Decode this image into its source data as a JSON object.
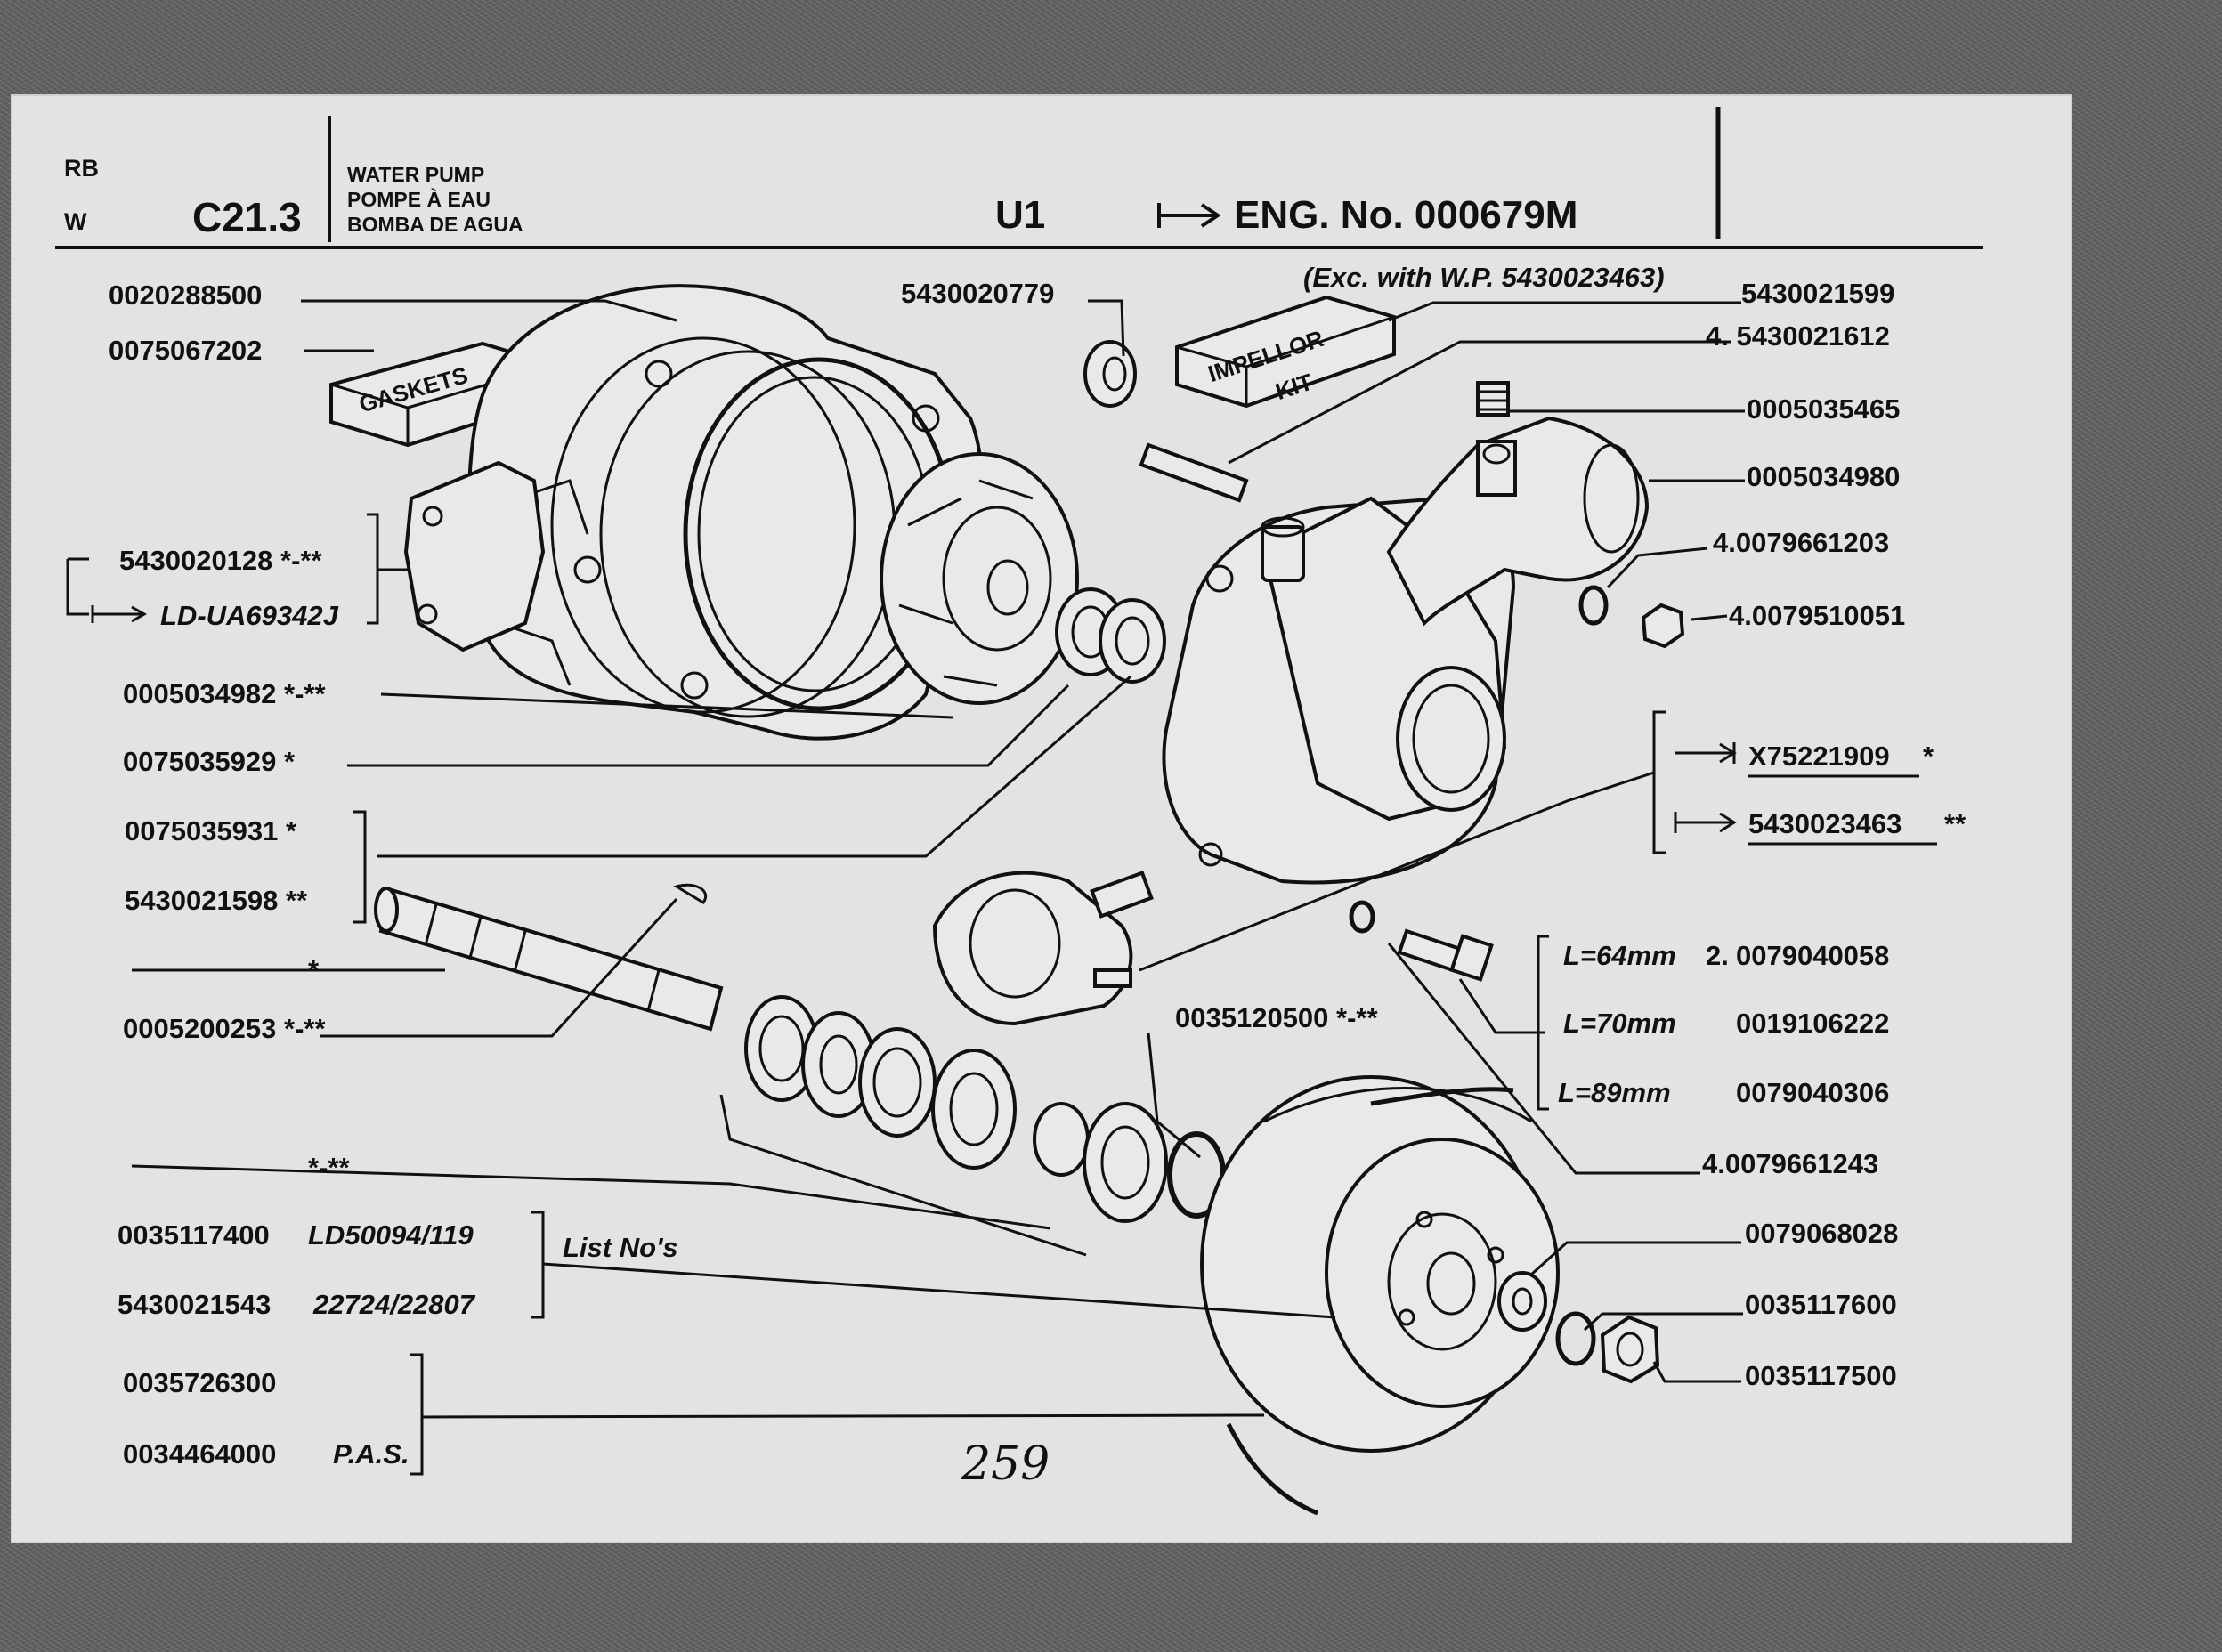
{
  "header": {
    "rb": "RB",
    "w": "W",
    "code": "C21.3",
    "title_en": "WATER PUMP",
    "title_fr": "POMPE À EAU",
    "title_es": "BOMBA DE AGUA",
    "model": "U1",
    "eng_no": "ENG. No. 000679M"
  },
  "notes": {
    "exception": "(Exc. with W.P. 5430023463)",
    "list_nos": "List No's",
    "handwritten_page": "259"
  },
  "boxes": {
    "gaskets": "GASKETS",
    "impeller_kit_top": "IMPELLOR",
    "impeller_kit_bottom": "KIT"
  },
  "left_labels": {
    "p1": "0020288500",
    "p2": "0075067202",
    "p3": "5430020128 *-**",
    "p3b": "LD-UA69342J",
    "p4": "0005034982 *-**",
    "p5": "0075035929 *",
    "p6": "0075035931 *",
    "p7": "5430021598 **",
    "p8": "*",
    "p9": "0005200253 *-**",
    "p10": "*-**",
    "p11": "0035117400",
    "p11b": "LD50094/119",
    "p12": "5430021543",
    "p12b": "22724/22807",
    "p13": "0035726300",
    "p14": "0034464000",
    "p14b": "P.A.S."
  },
  "center_labels": {
    "c1": "5430020779",
    "c2": "0035120500 *-**"
  },
  "right_labels": {
    "r1": "5430021599",
    "r2": "4. 5430021612",
    "r3": "0005035465",
    "r4": "0005034980",
    "r5": "4.0079661203",
    "r6": "4.0079510051",
    "r7": "X75221909",
    "r7s": "*",
    "r8": "5430023463",
    "r8s": "**",
    "r9a": "L=64mm",
    "r9q": "2.",
    "r9": "0079040058",
    "r10a": "L=70mm",
    "r10": "0019106222",
    "r11a": "L=89mm",
    "r11": "0079040306",
    "r12": "4.0079661243",
    "r13": "0079068028",
    "r14": "0035117600",
    "r15": "0035117500"
  }
}
